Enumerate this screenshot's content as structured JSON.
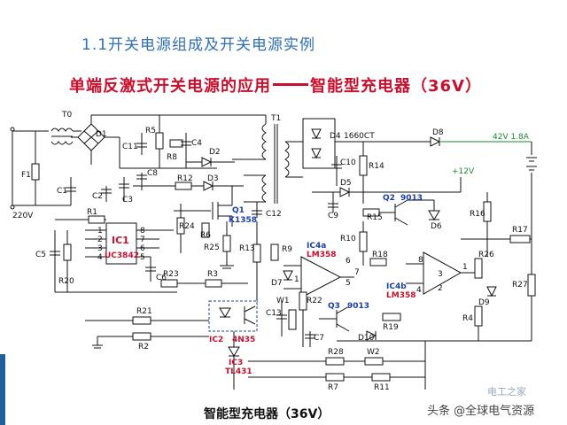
{
  "slide": {
    "section_title": "1.1开关电源组成及开关电源实例",
    "heading_left": "单端反激式开关电源的应用",
    "heading_right": "智能型充电器（36V）",
    "caption": "智能型充电器（36V）",
    "watermark": "头条 @全球电气资源",
    "watermark_logo": "电工之家"
  },
  "schematic": {
    "input_voltage": "220V",
    "fuse": "F1",
    "transformer0": "T0",
    "transformer1": "T1",
    "bridge": "D1",
    "ic1_name": "IC1",
    "ic1_part": "UC3842",
    "ic2_name": "IC2",
    "ic2_part": "4N35",
    "ic3_name": "IC3",
    "ic3_part": "TL431",
    "ic4a_name": "IC4a",
    "ic4a_part": "LM358",
    "ic4b_name": "IC4b",
    "ic4b_part": "LM358",
    "q1_name": "Q1",
    "q1_part": "K1358",
    "q2_name": "Q2",
    "q2_part": "9013",
    "q3_name": "Q3",
    "q3_part": "9013",
    "d4_label": "D4",
    "d4_part": "1660CT",
    "output_rating": "42V  1.8A",
    "supply_12v": "+12V",
    "ic1_pins": [
      "1",
      "2",
      "3",
      "4",
      "5",
      "6",
      "7",
      "8"
    ],
    "ic4a_pins": [
      "1",
      "2",
      "3"
    ],
    "ic4b_pins": [
      "4",
      "5",
      "6",
      "7",
      "8"
    ],
    "resistors": [
      "R1",
      "R2",
      "R3",
      "R4",
      "R5",
      "R6",
      "R7",
      "R8",
      "R9",
      "R10",
      "R11",
      "R12",
      "R13",
      "R14",
      "R15",
      "R16",
      "R17",
      "R18",
      "R19",
      "R20",
      "R21",
      "R22",
      "R23",
      "R24",
      "R25",
      "R26",
      "R27",
      "R28",
      "W1",
      "W2"
    ],
    "capacitors": [
      "C1",
      "C2",
      "C3",
      "C4",
      "C5",
      "C6",
      "C7",
      "C8",
      "C9",
      "C10",
      "C11",
      "C12",
      "C13"
    ],
    "diodes": [
      "D2",
      "D3",
      "D5",
      "D6",
      "D7",
      "D8",
      "D9",
      "D10"
    ]
  }
}
